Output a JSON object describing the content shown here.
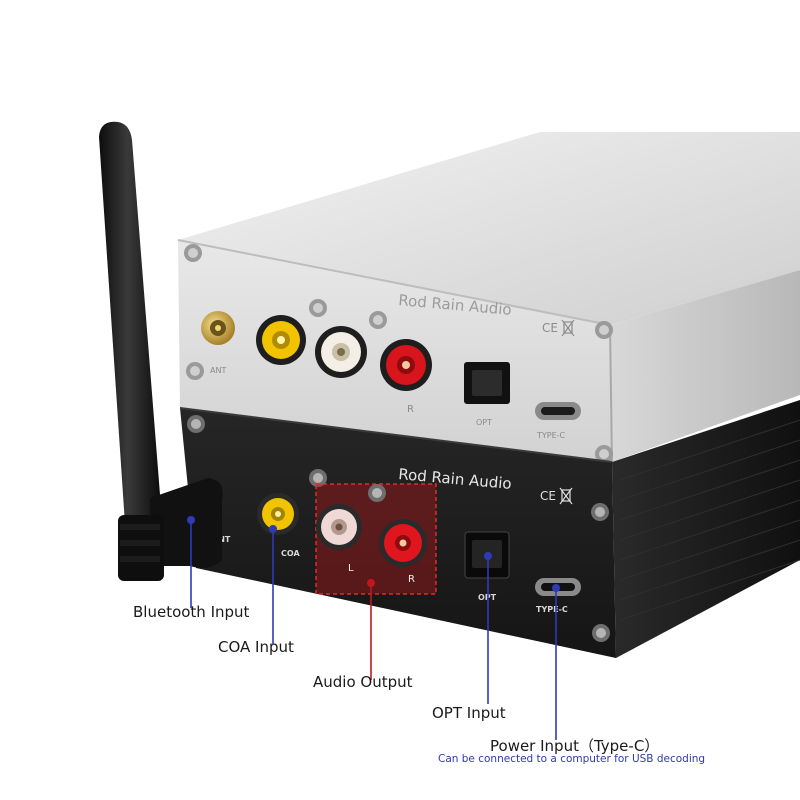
{
  "brand": "Rod Rain Audio",
  "silver_unit": {
    "ports": {
      "ant": "ANT",
      "right": "R",
      "opt": "OPT",
      "typec": "TYPE-C"
    }
  },
  "black_unit": {
    "ports": {
      "ant": "ANT",
      "coa": "COA",
      "left": "L",
      "right": "R",
      "opt": "OPT",
      "typec": "TYPE-C"
    }
  },
  "callouts": {
    "bluetooth": "Bluetooth Input",
    "coa": "COA Input",
    "audio_output": "Audio Output",
    "opt": "OPT Input",
    "power": "Power Input（Type-C）",
    "power_note": "Can be connected to a computer for USB decoding"
  },
  "colors": {
    "callout_line_blue": "#2f3bb5",
    "callout_line_red": "#c0181e",
    "note_text": "#2d3aa8",
    "silver_body": "#dcdcdc",
    "black_body": "#1c1c1c",
    "rca_yellow": "#f2c400",
    "rca_red": "#d8141c"
  }
}
